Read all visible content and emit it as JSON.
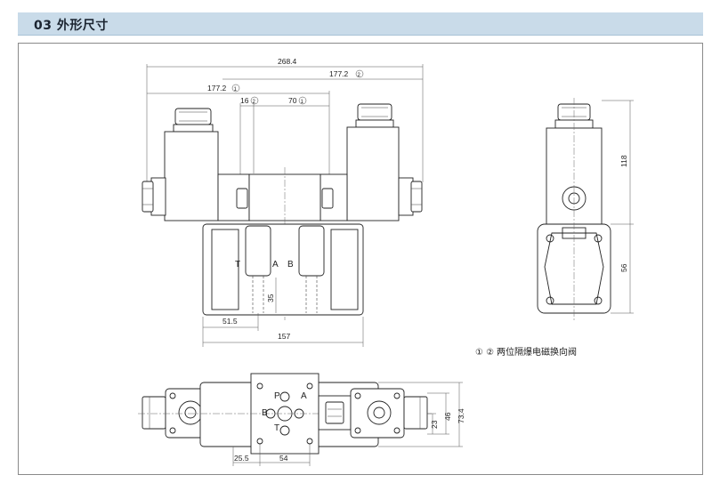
{
  "header": {
    "section_title": "03  外形尺寸",
    "bg_color": "#c9dbe9"
  },
  "front_view": {
    "dims": {
      "overall_length": "268.4",
      "solenoid_2_length": "177.2",
      "solenoid_1_length": "177.2",
      "offset_2": "16",
      "offset_1": "70",
      "body_width": "157",
      "port_offset": "51.5",
      "port_height": "35"
    },
    "port_labels": {
      "t": "T",
      "a": "A",
      "b": "B"
    }
  },
  "side_view": {
    "dims": {
      "solenoid_height": "118",
      "body_height": "56"
    }
  },
  "top_view": {
    "dims": {
      "port_spacing_1": "25.5",
      "port_spacing_2": "54",
      "height_small": "23",
      "height_mid": "46",
      "height_total": "73.4"
    },
    "port_labels": {
      "p": "P",
      "b": "B",
      "a": "A",
      "t": "T"
    }
  },
  "note": {
    "markers": "① ②",
    "text": "两位隔爆电磁换向阀"
  }
}
